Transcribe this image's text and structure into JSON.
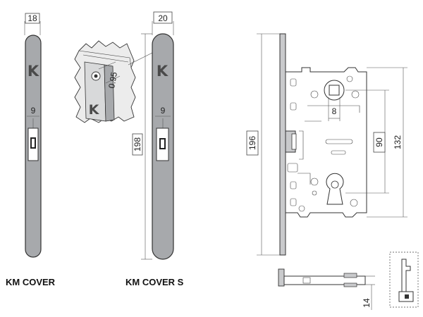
{
  "labels": {
    "km_cover": "KM COVER",
    "km_cover_s": "KM COVER S"
  },
  "dimensions": {
    "cover_width": "18",
    "cover_s_width": "20",
    "cover_slot_offset": "9",
    "cover_s_slot_offset": "9",
    "cover_s_height": "198",
    "detail_thickness": "0.95",
    "faceplate_height": "196",
    "backset_offset": "8",
    "center_distance": "90",
    "case_height": "132",
    "depth": "14"
  },
  "logo_letter": "K",
  "colors": {
    "plate_fill": "#a7a9ac",
    "line": "#333333"
  }
}
